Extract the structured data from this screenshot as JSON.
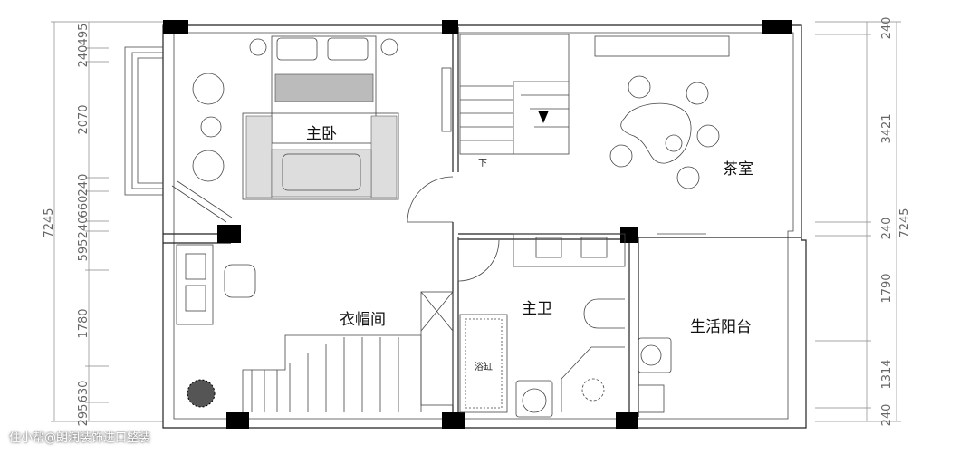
{
  "rooms": {
    "master_bedroom": "主卧",
    "tea_room": "茶室",
    "cloakroom": "衣帽间",
    "master_bath": "主卫",
    "bathtub": "浴缸",
    "utility_balcony": "生活阳台",
    "stair_down": "下"
  },
  "dimensions": {
    "left_total": "7245",
    "left": [
      "495",
      "240",
      "2070",
      "240",
      "660",
      "240",
      "595",
      "1780",
      "630",
      "295"
    ],
    "right_total": "7245",
    "right": [
      "240",
      "3421",
      "240",
      "1790",
      "1314",
      "240"
    ]
  },
  "watermark": "住小帮@朗润装饰进口整装"
}
